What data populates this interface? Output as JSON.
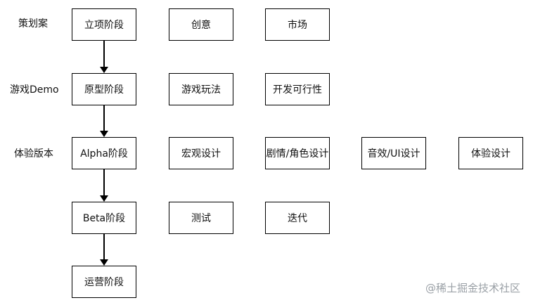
{
  "rows": [
    {
      "label": "策划案",
      "boxes": [
        "立项阶段",
        "创意",
        "市场"
      ]
    },
    {
      "label": "游戏Demo",
      "boxes": [
        "原型阶段",
        "游戏玩法",
        "开发可行性"
      ]
    },
    {
      "label": "体验版本",
      "boxes": [
        "Alpha阶段",
        "宏观设计",
        "剧情/角色设计",
        "音效/UI设计",
        "体验设计"
      ]
    },
    {
      "label": "",
      "boxes": [
        "Beta阶段",
        "测试",
        "迭代"
      ]
    },
    {
      "label": "",
      "boxes": [
        "运营阶段"
      ]
    }
  ],
  "watermark": "@稀土掘金技术社区"
}
